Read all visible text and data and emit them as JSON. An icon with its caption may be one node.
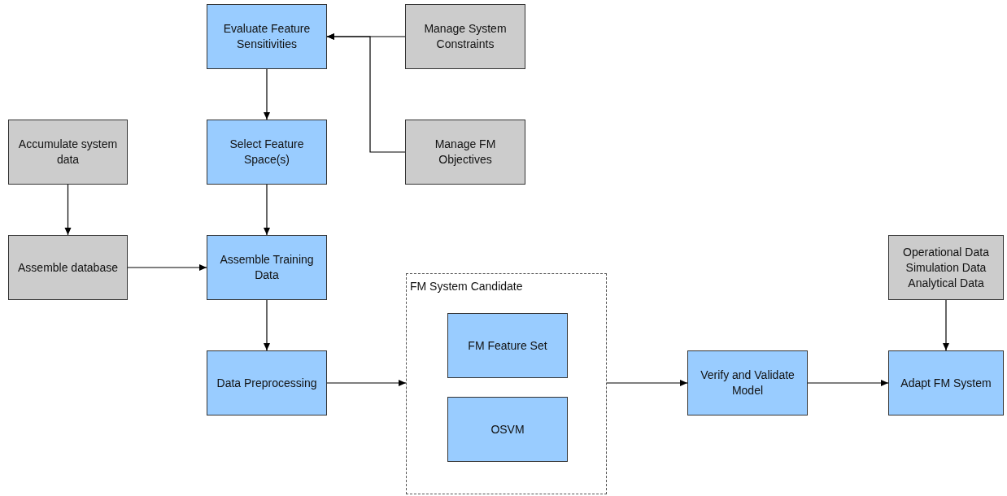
{
  "diagram": {
    "nodes": [
      {
        "text": [
          "Evaluate Feature Sensitivities"
        ]
      },
      {
        "text": [
          "Manage System Constraints"
        ]
      },
      {
        "text": [
          "Accumulate system data"
        ]
      },
      {
        "text": [
          "Select Feature Space(s)"
        ]
      },
      {
        "text": [
          "Manage FM Objectives"
        ]
      },
      {
        "text": [
          "Assemble database"
        ]
      },
      {
        "text": [
          "Assemble Training Data"
        ]
      },
      {
        "text": [
          "Operational Data",
          "Simulation Data",
          "Analytical Data"
        ]
      },
      {
        "text": [
          "FM System Candidate"
        ]
      },
      {
        "text": [
          "FM Feature Set"
        ],
        "in": 8
      },
      {
        "text": [
          "OSVM"
        ],
        "in": 8
      },
      {
        "text": [
          "Data Preprocessing"
        ]
      },
      {
        "text": [
          "Verify and Validate Model"
        ]
      },
      {
        "text": [
          "Adapt FM System"
        ]
      }
    ],
    "edges": [
      {
        "from": 1,
        "to": 0,
        "arrow": "to"
      },
      {
        "from": 4,
        "to": 0,
        "arrow": "to"
      },
      {
        "from": 0,
        "to": 3,
        "arrow": "to"
      },
      {
        "from": 2,
        "to": 5,
        "arrow": "to"
      },
      {
        "from": 3,
        "to": 6,
        "arrow": "to"
      },
      {
        "from": 5,
        "to": 6,
        "arrow": "to"
      },
      {
        "from": 6,
        "to": 11,
        "arrow": "to"
      },
      {
        "from": 11,
        "to": 8,
        "arrow": "to"
      },
      {
        "from": 8,
        "to": 12,
        "arrow": "to"
      },
      {
        "from": 12,
        "to": 13,
        "arrow": "to"
      },
      {
        "from": 7,
        "to": 13,
        "arrow": "to"
      }
    ]
  }
}
